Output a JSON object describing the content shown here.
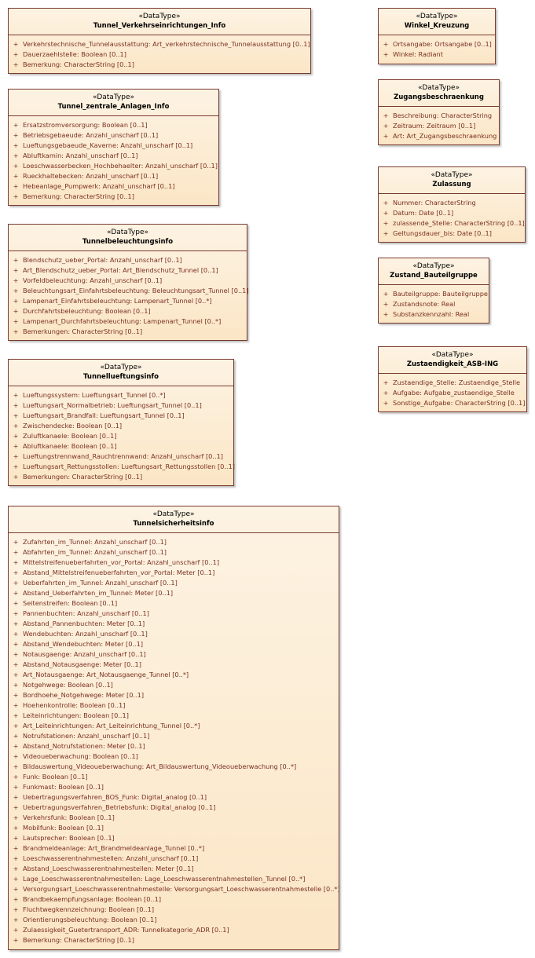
{
  "diagram": {
    "classes": [
      {
        "id": "tunnel-verkehrseinrichtungen-info",
        "stereotype": "«DataType»",
        "name": "Tunnel_Verkehrseinrichtungen_Info",
        "attributes": [
          {
            "vis": "+",
            "text": "Verkehrstechnische_Tunnelausstattung: Art_verkehrstechnische_Tunnelausstattung [0..1]"
          },
          {
            "vis": "+",
            "text": "Dauerzaehlstelle: Boolean [0..1]"
          },
          {
            "vis": "+",
            "text": "Bemerkung: CharacterString [0..1]"
          }
        ]
      },
      {
        "id": "tunnel-zentrale-anlagen-info",
        "stereotype": "«DataType»",
        "name": "Tunnel_zentrale_Anlagen_Info",
        "attributes": [
          {
            "vis": "+",
            "text": "Ersatzstromversorgung: Boolean [0..1]"
          },
          {
            "vis": "+",
            "text": "Betriebsgebaeude: Anzahl_unscharf [0..1]"
          },
          {
            "vis": "+",
            "text": "Lueftungsgebaeude_Kaverne: Anzahl_unscharf [0..1]"
          },
          {
            "vis": "+",
            "text": "Abluftkamin: Anzahl_unscharf [0..1]"
          },
          {
            "vis": "+",
            "text": "Loeschwasserbecken_Hochbehaelter: Anzahl_unscharf [0..1]"
          },
          {
            "vis": "+",
            "text": "Rueckhaltebecken: Anzahl_unscharf [0..1]"
          },
          {
            "vis": "+",
            "text": "Hebeanlage_Pumpwerk: Anzahl_unscharf [0..1]"
          },
          {
            "vis": "+",
            "text": "Bemerkung: CharacterString [0..1]"
          }
        ]
      },
      {
        "id": "tunnelbeleuchtungsinfo",
        "stereotype": "«DataType»",
        "name": "Tunnelbeleuchtungsinfo",
        "attributes": [
          {
            "vis": "+",
            "text": "Blendschutz_ueber_Portal: Anzahl_unscharf [0..1]"
          },
          {
            "vis": "+",
            "text": "Art_Blendschutz_ueber_Portal: Art_Blendschutz_Tunnel [0..1]"
          },
          {
            "vis": "+",
            "text": "Vorfeldbeleuchtung: Anzahl_unscharf [0..1]"
          },
          {
            "vis": "+",
            "text": "Beleuchtungsart_Einfahrtsbeleuchtung: Beleuchtungsart_Tunnel [0..1]"
          },
          {
            "vis": "+",
            "text": "Lampenart_Einfahrtsbeleuchtung: Lampenart_Tunnel [0..*]"
          },
          {
            "vis": "+",
            "text": "Durchfahrtsbeleuchtung: Boolean [0..1]"
          },
          {
            "vis": "+",
            "text": "Lampenart_Durchfahrtsbeleuchtung: Lampenart_Tunnel [0..*]"
          },
          {
            "vis": "+",
            "text": "Bemerkungen: CharacterString [0..1]"
          }
        ]
      },
      {
        "id": "tunnellueftungsinfo",
        "stereotype": "«DataType»",
        "name": "Tunnellueftungsinfo",
        "attributes": [
          {
            "vis": "+",
            "text": "Lueftungssystem: Lueftungsart_Tunnel [0..*]"
          },
          {
            "vis": "+",
            "text": "Lueftungsart_Normalbetrieb: Lueftungsart_Tunnel [0..1]"
          },
          {
            "vis": "+",
            "text": "Lueftungsart_Brandfall: Lueftungsart_Tunnel [0..1]"
          },
          {
            "vis": "+",
            "text": "Zwischendecke: Boolean [0..1]"
          },
          {
            "vis": "+",
            "text": "Zuluftkanaele: Boolean [0..1]"
          },
          {
            "vis": "+",
            "text": "Abluftkanaele: Boolean [0..1]"
          },
          {
            "vis": "+",
            "text": "Lueftungstrennwand_Rauchtrennwand: Anzahl_unscharf [0..1]"
          },
          {
            "vis": "+",
            "text": "Lueftungsart_Rettungsstollen: Lueftungsart_Rettungsstollen [0..1]"
          },
          {
            "vis": "+",
            "text": "Bemerkungen: CharacterString [0..1]"
          }
        ]
      },
      {
        "id": "tunnelsicherheitsinfo",
        "stereotype": "«DataType»",
        "name": "Tunnelsicherheitsinfo",
        "attributes": [
          {
            "vis": "+",
            "text": "Zufahrten_im_Tunnel: Anzahl_unscharf [0..1]"
          },
          {
            "vis": "+",
            "text": "Abfahrten_im_Tunnel: Anzahl_unscharf [0..1]"
          },
          {
            "vis": "+",
            "text": "Mittelstreifenueberfahrten_vor_Portal: Anzahl_unscharf [0..1]"
          },
          {
            "vis": "+",
            "text": "Abstand_Mittelstreifenueberfahrten_vor_Portal: Meter [0..1]"
          },
          {
            "vis": "+",
            "text": "Ueberfahrten_im_Tunnel: Anzahl_unscharf [0..1]"
          },
          {
            "vis": "+",
            "text": "Abstand_Ueberfahrten_im_Tunnel: Meter [0..1]"
          },
          {
            "vis": "+",
            "text": "Seitenstreifen: Boolean [0..1]"
          },
          {
            "vis": "+",
            "text": "Pannenbuchten: Anzahl_unscharf [0..1]"
          },
          {
            "vis": "+",
            "text": "Abstand_Pannenbuchten: Meter [0..1]"
          },
          {
            "vis": "+",
            "text": "Wendebuchten: Anzahl_unscharf [0..1]"
          },
          {
            "vis": "+",
            "text": "Abstand_Wendebuchten: Meter [0..1]"
          },
          {
            "vis": "+",
            "text": "Notausgaenge: Anzahl_unscharf [0..1]"
          },
          {
            "vis": "+",
            "text": "Abstand_Notausgaenge: Meter [0..1]"
          },
          {
            "vis": "+",
            "text": "Art_Notausgaenge: Art_Notausgaenge_Tunnel [0..*]"
          },
          {
            "vis": "+",
            "text": "Notgehwege: Boolean [0..1]"
          },
          {
            "vis": "+",
            "text": "Bordhoehe_Notgehwege: Meter [0..1]"
          },
          {
            "vis": "+",
            "text": "Hoehenkontrolle: Boolean [0..1]"
          },
          {
            "vis": "+",
            "text": "Leiteinrichtungen: Boolean [0..1]"
          },
          {
            "vis": "+",
            "text": "Art_Leiteinrichtungen: Art_Leiteinrichtung_Tunnel [0..*]"
          },
          {
            "vis": "+",
            "text": "Notrufstationen: Anzahl_unscharf [0..1]"
          },
          {
            "vis": "+",
            "text": "Abstand_Notrufstationen: Meter [0..1]"
          },
          {
            "vis": "+",
            "text": "Videoueberwachung: Boolean [0..1]"
          },
          {
            "vis": "+",
            "text": "Bildauswertung_Videoueberwachung: Art_Bildauswertung_Videoueberwachung [0..*]"
          },
          {
            "vis": "+",
            "text": "Funk: Boolean [0..1]"
          },
          {
            "vis": "+",
            "text": "Funkmast: Boolean [0..1]"
          },
          {
            "vis": "+",
            "text": "Uebertragungsverfahren_BOS_Funk: Digital_analog [0..1]"
          },
          {
            "vis": "+",
            "text": "Uebertragungsverfahren_Betriebsfunk: Digital_analog [0..1]"
          },
          {
            "vis": "+",
            "text": "Verkehrsfunk: Boolean [0..1]"
          },
          {
            "vis": "+",
            "text": "Mobilfunk: Boolean [0..1]"
          },
          {
            "vis": "+",
            "text": "Lautsprecher: Boolean [0..1]"
          },
          {
            "vis": "+",
            "text": "Brandmeldeanlage: Art_Brandmeldeanlage_Tunnel [0..*]"
          },
          {
            "vis": "+",
            "text": "Loeschwasserentnahmestellen: Anzahl_unscharf [0..1]"
          },
          {
            "vis": "+",
            "text": "Abstand_Loeschwasserentnahmestellen: Meter [0..1]"
          },
          {
            "vis": "+",
            "text": "Lage_Loeschwasserentnahmestellen: Lage_Loeschwasserentnahmestellen_Tunnel [0..*]"
          },
          {
            "vis": "+",
            "text": "Versorgungsart_Loeschwasserentnahmestelle: Versorgungsart_Loeschwasserentnahmestelle [0..*]"
          },
          {
            "vis": "+",
            "text": "Brandbekaempfungsanlage: Boolean [0..1]"
          },
          {
            "vis": "+",
            "text": "Fluchtwegkennzeichnung: Boolean [0..1]"
          },
          {
            "vis": "+",
            "text": "Orientierungsbeleuchtung: Boolean [0..1]"
          },
          {
            "vis": "+",
            "text": "Zulaessigkeit_Guetertransport_ADR: Tunnelkategorie_ADR [0..1]"
          },
          {
            "vis": "+",
            "text": "Bemerkung: CharacterString [0..1]"
          }
        ]
      },
      {
        "id": "winkel-kreuzung",
        "stereotype": "«DataType»",
        "name": "Winkel_Kreuzung",
        "attributes": [
          {
            "vis": "+",
            "text": "Ortsangabe: Ortsangabe [0..1]"
          },
          {
            "vis": "+",
            "text": "Winkel: Radiant"
          }
        ]
      },
      {
        "id": "zugangsbeschraenkung",
        "stereotype": "«DataType»",
        "name": "Zugangsbeschraenkung",
        "attributes": [
          {
            "vis": "+",
            "text": "Beschreibung: CharacterString"
          },
          {
            "vis": "+",
            "text": "Zeitraum: Zeitraum [0..1]"
          },
          {
            "vis": "+",
            "text": "Art: Art_Zugangsbeschraenkung"
          }
        ]
      },
      {
        "id": "zulassung",
        "stereotype": "«DataType»",
        "name": "Zulassung",
        "attributes": [
          {
            "vis": "+",
            "text": "Nummer: CharacterString"
          },
          {
            "vis": "+",
            "text": "Datum: Date [0..1]"
          },
          {
            "vis": "+",
            "text": "zulassende_Stelle: CharacterString [0..1]"
          },
          {
            "vis": "+",
            "text": "Geltungsdauer_bis: Date [0..1]"
          }
        ]
      },
      {
        "id": "zustand-bauteilgruppe",
        "stereotype": "«DataType»",
        "name": "Zustand_Bauteilgruppe",
        "attributes": [
          {
            "vis": "+",
            "text": "Bauteilgruppe: Bauteilgruppe"
          },
          {
            "vis": "+",
            "text": "Zustandsnote: Real"
          },
          {
            "vis": "+",
            "text": "Substanzkennzahl: Real"
          }
        ]
      },
      {
        "id": "zustaendigkeit-asb-ing",
        "stereotype": "«DataType»",
        "name": "Zustaendigkeit_ASB-ING",
        "attributes": [
          {
            "vis": "+",
            "text": "Zustaendige_Stelle: Zustaendige_Stelle"
          },
          {
            "vis": "+",
            "text": "Aufgabe: Aufgabe_zustaendige_Stelle"
          },
          {
            "vis": "+",
            "text": "Sonstige_Aufgabe: CharacterString [0..1]"
          }
        ]
      }
    ]
  }
}
